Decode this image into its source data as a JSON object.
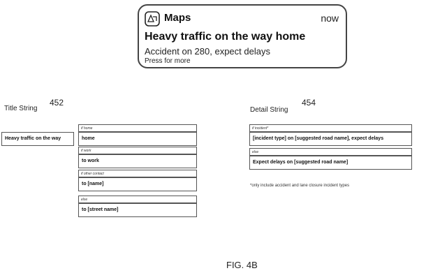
{
  "notification": {
    "app_name": "Maps",
    "time": "now",
    "title": "Heavy traffic on the way home",
    "body": "Accident on 280, expect delays",
    "action_hint": "Press for more"
  },
  "title_section": {
    "label": "Title String",
    "ref": "452",
    "prefix": "Heavy traffic on the way",
    "rows": [
      {
        "condition": "if home",
        "value": "home"
      },
      {
        "condition": "if work",
        "value": "to work"
      },
      {
        "condition": "if other contact",
        "value": "to [name]"
      },
      {
        "condition": "else",
        "value": "to [street name]"
      }
    ]
  },
  "detail_section": {
    "label": "Detail String",
    "ref": "454",
    "rows": [
      {
        "condition": "if incident*",
        "value": "[incident type] on [suggested road name], expect delays"
      },
      {
        "condition": "else",
        "value": "Expect delays on [suggested road name]"
      }
    ],
    "footnote": "*only include accident and lane closure incident types"
  },
  "figure_label": "FIG. 4B"
}
